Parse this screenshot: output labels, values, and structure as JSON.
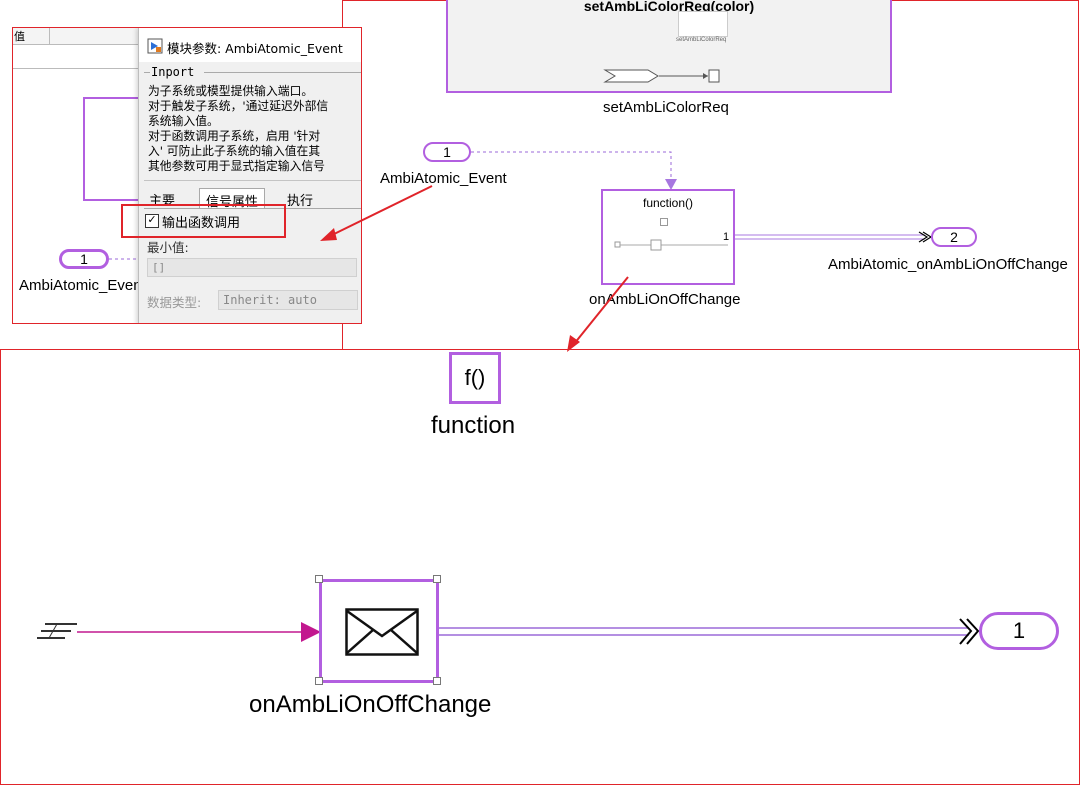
{
  "top_right": {
    "setamb_subsystem_title": "setAmbLiColorReq(color)",
    "setamb_inner_small_label": "setAmbLiColorReq",
    "setamb_block_name": "setAmbLiColorReq",
    "inport_number": "1",
    "inport_name": "AmbiAtomic_Event",
    "trigger_label": "function()",
    "trigger_port_number": "1",
    "subsystem_name": "onAmbLiOnOffChange",
    "outport_number": "2",
    "outport_name": "AmbiAtomic_onAmbLiOnOffChange"
  },
  "left_panel": {
    "tab_remnant": "值",
    "inport_number": "1",
    "inport_name": "AmbiAtomic_Event"
  },
  "dialog": {
    "title": "模块参数: AmbiAtomic_Event",
    "block_type": "Inport",
    "desc_line1": "为子系统或模型提供输入端口。",
    "desc_line2": "对于触发子系统，'通过延迟外部信",
    "desc_line3": "系统输入值。",
    "desc_line4": "对于函数调用子系统，启用 '针对",
    "desc_line5": "入' 可防止此子系统的输入值在其",
    "desc_line6": "其他参数可用于显式指定输入信号",
    "tabs": [
      "主要",
      "信号属性",
      "执行"
    ],
    "checkbox_label": "输出函数调用",
    "checkbox_checked": true,
    "min_label": "最小值:",
    "min_value": "[]",
    "datatype_label": "数据类型:",
    "datatype_value": "Inherit: auto"
  },
  "bottom": {
    "function_block_text": "f()",
    "function_label": "function",
    "send_block_name": "onAmbLiOnOffChange",
    "outport_number": "1"
  },
  "colors": {
    "red_frame": "#e0242a",
    "block_border": "#b25fe0",
    "signal_line": "#c2188f",
    "function_call_line": "#7a4fd0"
  },
  "icons": {
    "ground": "ground-icon",
    "envelope": "envelope-icon",
    "arrow": "red-arrow-icon"
  }
}
